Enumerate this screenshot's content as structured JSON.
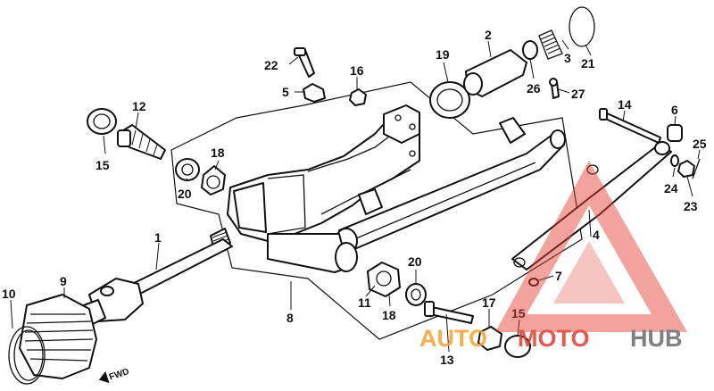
{
  "diagram": {
    "callouts": {
      "p1": "1",
      "p2": "2",
      "p3": "3",
      "p4": "4",
      "p5": "5",
      "p6": "6",
      "p7": "7",
      "p8": "8",
      "p9": "9",
      "p10": "10",
      "p11": "11",
      "p12": "12",
      "p13": "13",
      "p14": "14",
      "p15a": "15",
      "p15b": "15",
      "p16": "16",
      "p17": "17",
      "p18a": "18",
      "p18b": "18",
      "p19": "19",
      "p20a": "20",
      "p20b": "20",
      "p21": "21",
      "p22": "22",
      "p23": "23",
      "p24": "24",
      "p25": "25",
      "p26": "26",
      "p27": "27"
    },
    "direction_label": "FWD"
  },
  "watermark": {
    "word_auto": "AUTO",
    "word_moto": "MOTO",
    "word_hub": "HUB",
    "colors": {
      "orange": "#f6a230",
      "red": "#e23b30",
      "gray": "#6b6b6b"
    }
  }
}
